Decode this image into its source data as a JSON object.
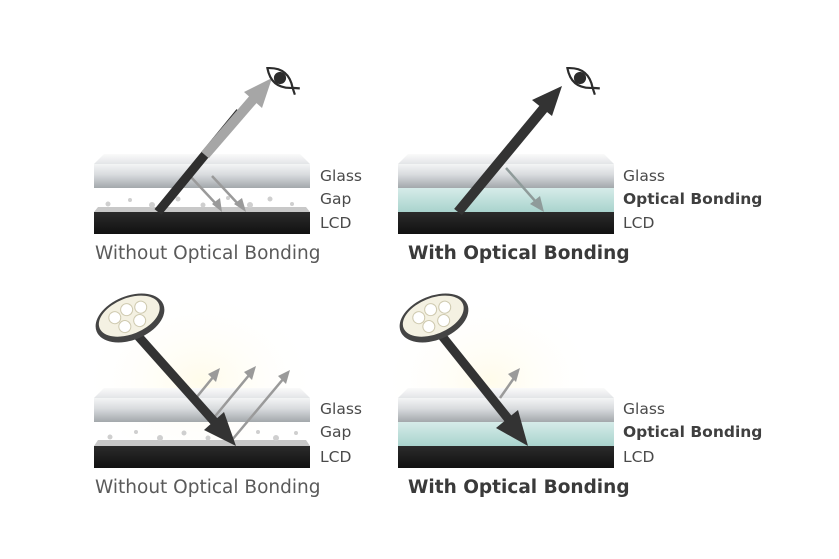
{
  "panels": [
    {
      "id": "top-left",
      "layers": [
        "Glass",
        "Gap",
        "LCD"
      ],
      "caption": "Without Optical Bonding"
    },
    {
      "id": "top-right",
      "layers": [
        "Glass",
        "Optical Bonding",
        "LCD"
      ],
      "caption": "With Optical Bonding"
    },
    {
      "id": "bottom-left",
      "layers": [
        "Glass",
        "Gap",
        "LCD"
      ],
      "caption": "Without Optical Bonding"
    },
    {
      "id": "bottom-right",
      "layers": [
        "Glass",
        "Optical Bonding",
        "LCD"
      ],
      "caption": "With Optical Bonding"
    }
  ],
  "colors": {
    "lcd": "#1c1c1c",
    "glass": "#d9dcde",
    "bonding": "#bfe0dc",
    "arrow_dark": "#333333",
    "arrow_gray": "#9a9a9a"
  },
  "icons": [
    "eye-icon",
    "light-source-icon"
  ]
}
